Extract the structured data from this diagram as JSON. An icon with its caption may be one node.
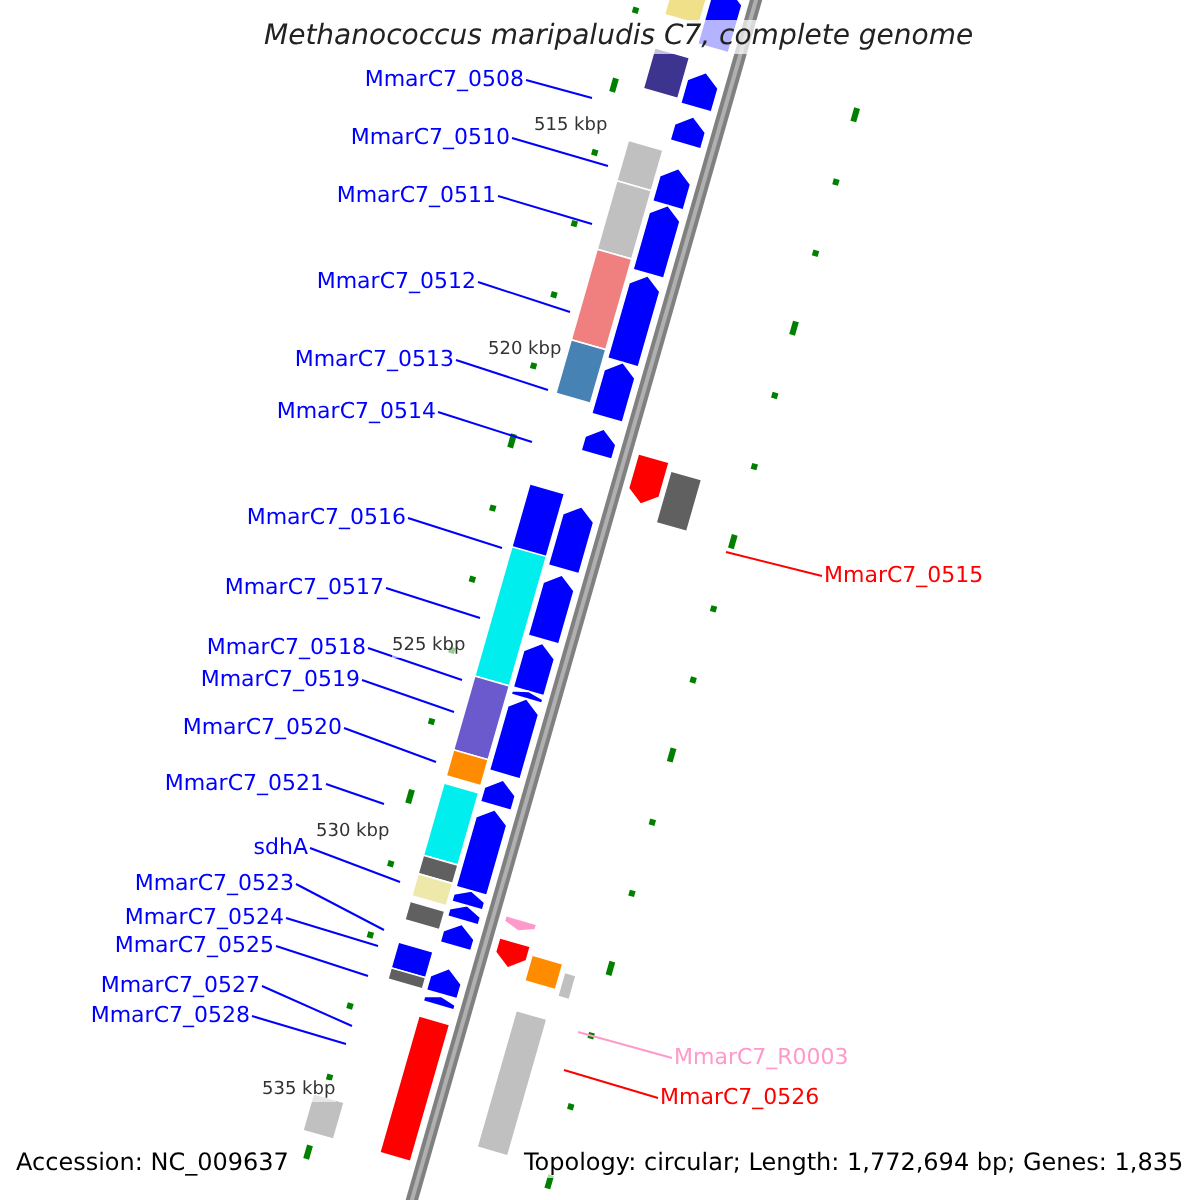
{
  "diagram": {
    "title": "Methanococcus maripaludis C7, complete genome",
    "nodes": [
      {
        "text": [
          "MmarC7_0508"
        ]
      },
      {
        "text": [
          "MmarC7_0510"
        ]
      },
      {
        "text": [
          "MmarC7_0511"
        ]
      },
      {
        "text": [
          "MmarC7_0512"
        ]
      },
      {
        "text": [
          "MmarC7_0513"
        ]
      },
      {
        "text": [
          "MmarC7_0514"
        ]
      },
      {
        "text": [
          "MmarC7_0516"
        ]
      },
      {
        "text": [
          "MmarC7_0517"
        ]
      },
      {
        "text": [
          "MmarC7_0515"
        ]
      },
      {
        "text": [
          "MmarC7_0518"
        ]
      },
      {
        "text": [
          "MmarC7_0519"
        ]
      },
      {
        "text": [
          "MmarC7_0520"
        ]
      },
      {
        "text": [
          "MmarC7_0521"
        ]
      },
      {
        "text": [
          "sdhA"
        ]
      },
      {
        "text": [
          "MmarC7_0523"
        ]
      },
      {
        "text": [
          "MmarC7_0524"
        ]
      },
      {
        "text": [
          "MmarC7_0525"
        ]
      },
      {
        "text": [
          "MmarC7_0527"
        ]
      },
      {
        "text": [
          "MmarC7_0528"
        ]
      },
      {
        "text": [
          "MmarC7_R0003"
        ]
      },
      {
        "text": [
          "MmarC7_0526"
        ]
      }
    ],
    "edges": [
      {
        "from": 0,
        "to": null,
        "arrow": "none"
      },
      {
        "from": 1,
        "to": null,
        "arrow": "none"
      },
      {
        "from": 2,
        "to": null,
        "arrow": "none"
      },
      {
        "from": 3,
        "to": null,
        "arrow": "none"
      },
      {
        "from": 4,
        "to": null,
        "arrow": "none"
      },
      {
        "from": 5,
        "to": null,
        "arrow": "none"
      },
      {
        "from": 6,
        "to": null,
        "arrow": "none"
      },
      {
        "from": 7,
        "to": null,
        "arrow": "none"
      },
      {
        "from": 8,
        "to": null,
        "arrow": "none",
        "color": "#ff0000"
      },
      {
        "from": 9,
        "to": null,
        "arrow": "none"
      },
      {
        "from": 10,
        "to": null,
        "arrow": "none"
      },
      {
        "from": 11,
        "to": null,
        "arrow": "none"
      },
      {
        "from": 12,
        "to": null,
        "arrow": "none"
      },
      {
        "from": 13,
        "to": null,
        "arrow": "none"
      },
      {
        "from": 14,
        "to": null,
        "arrow": "none"
      },
      {
        "from": 15,
        "to": null,
        "arrow": "none"
      },
      {
        "from": 16,
        "to": null,
        "arrow": "none"
      },
      {
        "from": 17,
        "to": null,
        "arrow": "none"
      },
      {
        "from": 18,
        "to": null,
        "arrow": "none"
      },
      {
        "from": 19,
        "to": null,
        "arrow": "none",
        "color": "#ff99cc"
      },
      {
        "from": 20,
        "to": null,
        "arrow": "none",
        "color": "#ff0000"
      }
    ],
    "labels": [
      "515 kbp",
      "520 kbp",
      "525 kbp",
      "530 kbp",
      "535 kbp",
      "Accession: NC_009637",
      "Topology: circular; Length: 1,772,694 bp; Genes: 1,835"
    ]
  }
}
